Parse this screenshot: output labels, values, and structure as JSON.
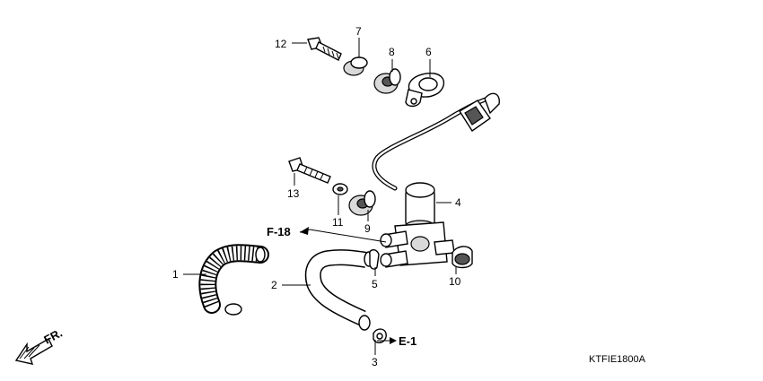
{
  "callouts": {
    "p1": "1",
    "p2": "2",
    "p3": "3",
    "p4": "4",
    "p5": "5",
    "p6": "6",
    "p7": "7",
    "p8": "8",
    "p9": "9",
    "p10": "10",
    "p11": "11",
    "p12": "12",
    "p13": "13"
  },
  "refs": {
    "f18": "F-18",
    "e1": "E-1"
  },
  "direction": {
    "label": "FR."
  },
  "drawing_code": "KTFIE1800A"
}
